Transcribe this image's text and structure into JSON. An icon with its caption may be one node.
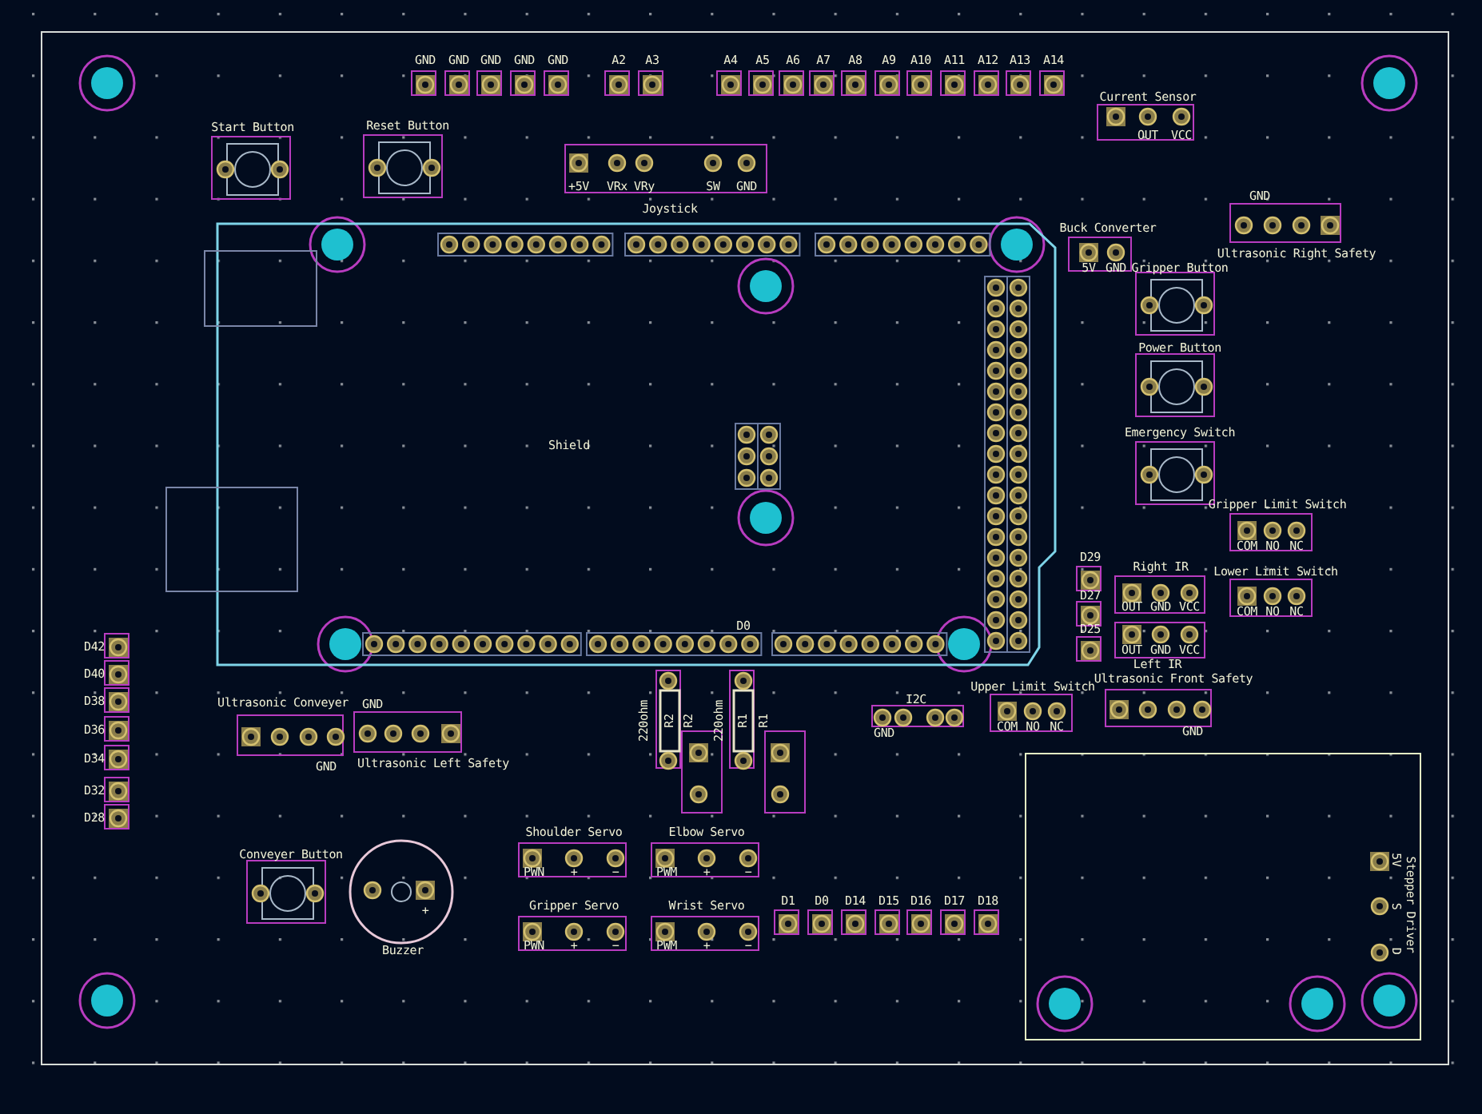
{
  "diagram": {
    "nodes": [
      {
        "text": [
          "GND"
        ]
      },
      {
        "text": [
          "GND"
        ]
      },
      {
        "text": [
          "GND"
        ]
      },
      {
        "text": [
          "GND"
        ]
      },
      {
        "text": [
          "GND"
        ]
      },
      {
        "text": [
          "A2"
        ]
      },
      {
        "text": [
          "A3"
        ]
      },
      {
        "text": [
          "A4"
        ]
      },
      {
        "text": [
          "A5"
        ]
      },
      {
        "text": [
          "A6"
        ]
      },
      {
        "text": [
          "A7"
        ]
      },
      {
        "text": [
          "A8"
        ]
      },
      {
        "text": [
          "A9"
        ]
      },
      {
        "text": [
          "A10"
        ]
      },
      {
        "text": [
          "A11"
        ]
      },
      {
        "text": [
          "A12"
        ]
      },
      {
        "text": [
          "A13"
        ]
      },
      {
        "text": [
          "A14"
        ]
      },
      {
        "text": [
          "Current Sensor",
          "OUT",
          "VCC"
        ]
      },
      {
        "text": [
          "Start Button"
        ]
      },
      {
        "text": [
          "Reset Button"
        ]
      },
      {
        "text": [
          "+5V",
          "VRx",
          "VRy",
          "SW",
          "GND",
          "Joystick"
        ]
      },
      {
        "text": [
          "Shield"
        ]
      },
      {
        "text": [
          "Buck Converter",
          "5V",
          "GND"
        ]
      },
      {
        "text": [
          "GND",
          "Ultrasonic Right Safety"
        ]
      },
      {
        "text": [
          "Gripper Button"
        ]
      },
      {
        "text": [
          "Power Button"
        ]
      },
      {
        "text": [
          "Emergency Switch"
        ]
      },
      {
        "text": [
          "Gripper Limit Switch",
          "COM",
          "NO",
          "NC"
        ]
      },
      {
        "text": [
          "D29"
        ]
      },
      {
        "text": [
          "Right IR",
          "OUT",
          "GND",
          "VCC"
        ]
      },
      {
        "text": [
          "Lower Limit Switch",
          "COM",
          "NO",
          "NC"
        ]
      },
      {
        "text": [
          "D27"
        ]
      },
      {
        "text": [
          "OUT",
          "GND",
          "VCC",
          "Left IR"
        ]
      },
      {
        "text": [
          "D25"
        ]
      },
      {
        "text": [
          "Ultrasonic Front Safety",
          "GND"
        ]
      },
      {
        "text": [
          "Upper Limit Switch",
          "COM",
          "NO",
          "NC"
        ]
      },
      {
        "text": [
          "I2C",
          "GND"
        ]
      },
      {
        "text": [
          "D42"
        ]
      },
      {
        "text": [
          "D40"
        ]
      },
      {
        "text": [
          "D38"
        ]
      },
      {
        "text": [
          "D36"
        ]
      },
      {
        "text": [
          "D34"
        ]
      },
      {
        "text": [
          "D32"
        ]
      },
      {
        "text": [
          "D28"
        ]
      },
      {
        "text": [
          "Ultrasonic Conveyer",
          "GND"
        ]
      },
      {
        "text": [
          "GND",
          "Ultrasonic Left Safety"
        ]
      },
      {
        "text": [
          "R2"
        ],
        "beside": [
          "220ohm",
          "R2"
        ]
      },
      {
        "text": [],
        "shape": "box"
      },
      {
        "text": [
          "R1"
        ],
        "beside": [
          "220ohm",
          "R1"
        ]
      },
      {
        "text": [],
        "shape": "box"
      },
      {
        "text": [
          "Shoulder Servo",
          "PWN",
          "+",
          "−"
        ]
      },
      {
        "text": [
          "Elbow Servo",
          "PWM",
          "+",
          "−"
        ]
      },
      {
        "text": [
          "Gripper Servo",
          "PWN",
          "+",
          "−"
        ]
      },
      {
        "text": [
          "Wrist Servo",
          "PWM",
          "+",
          "−"
        ]
      },
      {
        "text": [
          "Conveyer Button"
        ]
      },
      {
        "text": [
          "+",
          "Buzzer"
        ]
      },
      {
        "text": [
          "D1"
        ]
      },
      {
        "text": [
          "D0"
        ]
      },
      {
        "text": [
          "D14"
        ]
      },
      {
        "text": [
          "D15"
        ]
      },
      {
        "text": [
          "D16"
        ]
      },
      {
        "text": [
          "D17"
        ]
      },
      {
        "text": [
          "D18"
        ]
      },
      {
        "text": [
          "5V",
          "S",
          "D",
          "Stepper Driver"
        ]
      }
    ],
    "labels": [
      "D0"
    ]
  }
}
